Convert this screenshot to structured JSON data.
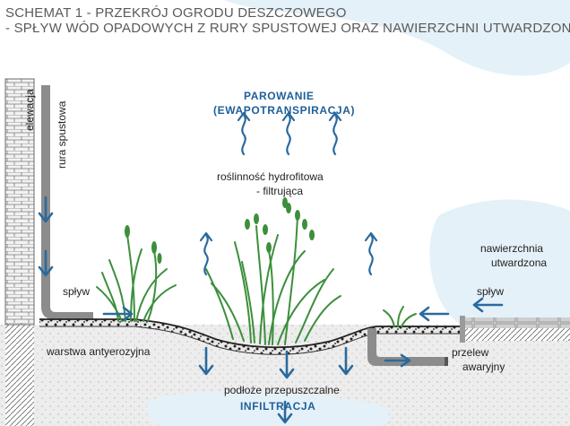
{
  "title": {
    "line1": "SCHEMAT 1 - PRZEKRÓJ OGRODU DESZCZOWEGO",
    "line2": "- SPŁYW WÓD OPADOWYCH Z RURY SPUSTOWEJ ORAZ NAWIERZCHNI UTWARDZONEJ"
  },
  "labels": {
    "elewacja": "elewacja",
    "rura_spustowa": "rura spustowa",
    "splyw_left": "spływ",
    "splyw_right": "spływ",
    "parowanie": "PAROWANIE",
    "ewapotranspiracja": "(EWAPOTRANSPIRACJA)",
    "roslinnosc_line1": "roślinność hydrofitowa",
    "roslinnosc_line2": "- filtrująca",
    "nawierzchnia_line1": "nawierzchnia",
    "nawierzchnia_line2": "utwardzona",
    "warstwa": "warstwa antyerozyjna",
    "przelew_line1": "przelew",
    "przelew_line2": "awaryjny",
    "podloze": "podłoże przepuszczalne",
    "infiltracja": "INFILTRACJA"
  },
  "colors": {
    "arrow_blue": "#2a6a9e",
    "label_blue": "#1f5f9a",
    "grass_green": "#3c8f3c",
    "pipe_gray": "#8c8c8c",
    "wall_gray": "#e6e6e6",
    "soil_gray": "#eeeeee"
  }
}
